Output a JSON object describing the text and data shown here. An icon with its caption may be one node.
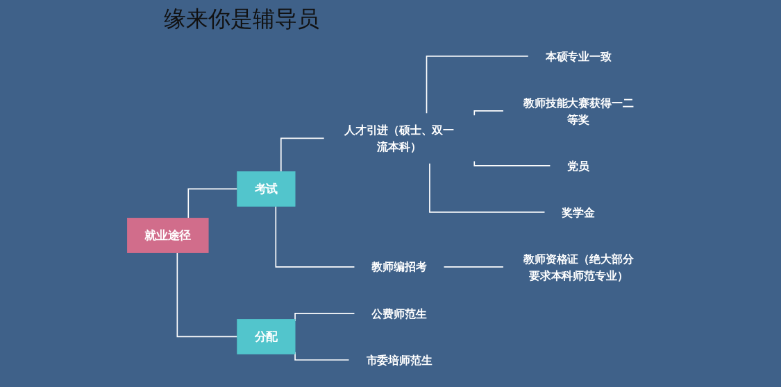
{
  "diagram": {
    "title": "缘来你是辅导员",
    "nodes": [
      {
        "text": [
          "就业途径"
        ]
      },
      {
        "text": [
          "考试"
        ]
      },
      {
        "text": [
          "分配"
        ]
      },
      {
        "text": [
          "人才引进（硕士、双一流本科）"
        ]
      },
      {
        "text": [
          "教师编招考"
        ]
      },
      {
        "text": [
          "本硕专业一致"
        ]
      },
      {
        "text": [
          "教师技能大赛获得一二等奖"
        ]
      },
      {
        "text": [
          "党员"
        ]
      },
      {
        "text": [
          "奖学金"
        ]
      },
      {
        "text": [
          "教师资格证（绝大部分要求本科师范专业）"
        ]
      },
      {
        "text": [
          "公费师范生"
        ]
      },
      {
        "text": [
          "市委培师范生"
        ]
      }
    ],
    "edges": [
      {
        "from": 0,
        "to": 1,
        "arrow": "none"
      },
      {
        "from": 0,
        "to": 2,
        "arrow": "none"
      },
      {
        "from": 1,
        "to": 3,
        "arrow": "none"
      },
      {
        "from": 1,
        "to": 4,
        "arrow": "none"
      },
      {
        "from": 3,
        "to": 5,
        "arrow": "none"
      },
      {
        "from": 3,
        "to": 6,
        "arrow": "none"
      },
      {
        "from": 3,
        "to": 7,
        "arrow": "none"
      },
      {
        "from": 3,
        "to": 8,
        "arrow": "none"
      },
      {
        "from": 4,
        "to": 9,
        "arrow": "none"
      },
      {
        "from": 2,
        "to": 10,
        "arrow": "none"
      },
      {
        "from": 2,
        "to": 11,
        "arrow": "none"
      }
    ]
  }
}
